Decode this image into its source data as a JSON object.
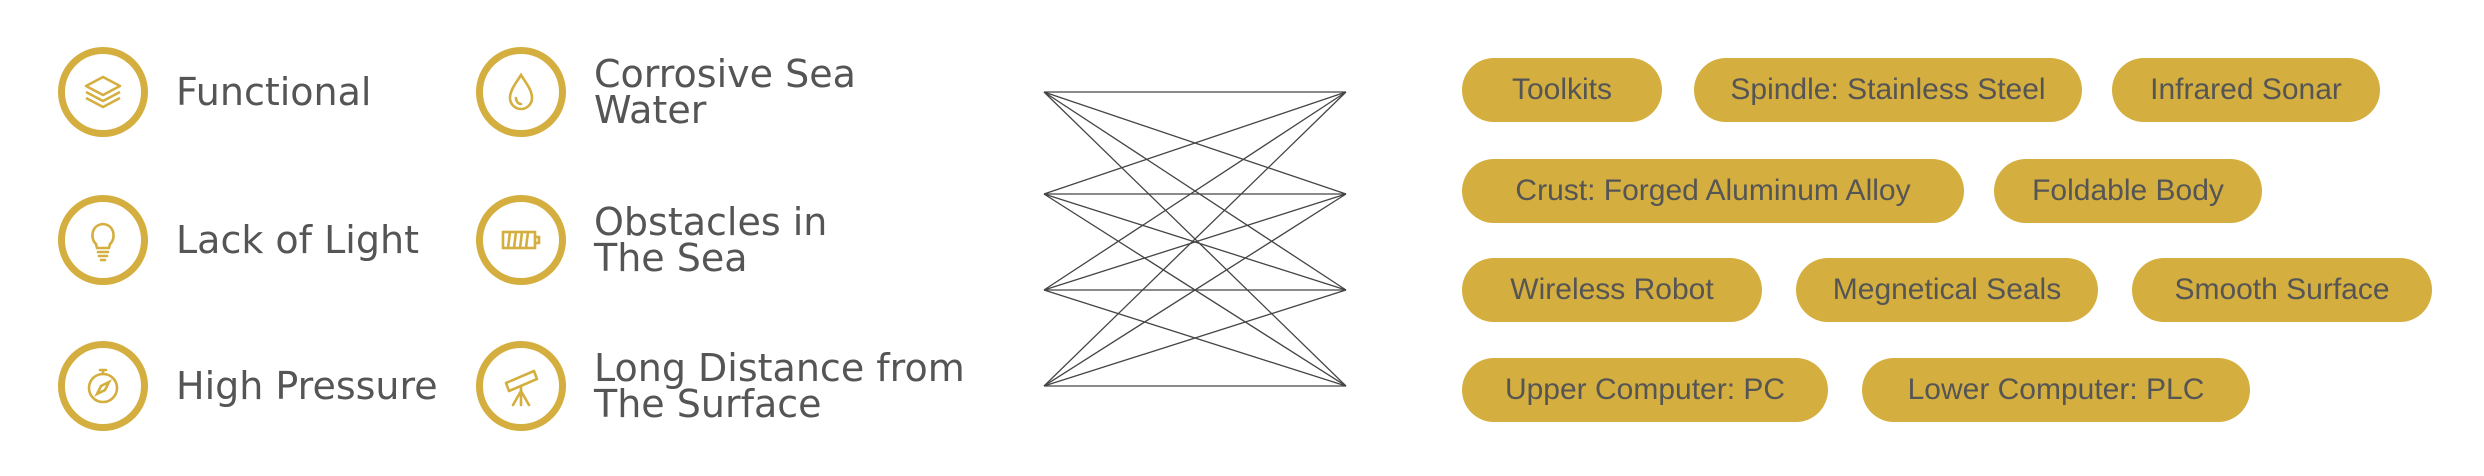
{
  "requirements": [
    {
      "line1": "Functional",
      "line2": "",
      "icon": "layers-icon"
    },
    {
      "line1": "Corrosive Sea",
      "line2": "Water",
      "icon": "water-drop-icon"
    },
    {
      "line1": "Lack of Light",
      "line2": "",
      "icon": "light-bulb-icon"
    },
    {
      "line1": "Obstacles in",
      "line2": "The Sea",
      "icon": "battery-icon"
    },
    {
      "line1": "High Pressure",
      "line2": "",
      "icon": "compass-icon"
    },
    {
      "line1": "Long Distance from",
      "line2": "The Surface",
      "icon": "telescope-icon"
    }
  ],
  "features": [
    "Toolkits",
    "Spindle: Stainless Steel",
    "Infrared Sonar",
    "Crust: Forged Aluminum Alloy",
    "Foldable Body",
    "Wireless Robot",
    "Megnetical Seals",
    "Smooth Surface",
    "Upper Computer: PC",
    "Lower Computer: PLC"
  ],
  "colors": {
    "accent": "#D4AE3E",
    "text": "#555555",
    "lines": "#444444"
  }
}
